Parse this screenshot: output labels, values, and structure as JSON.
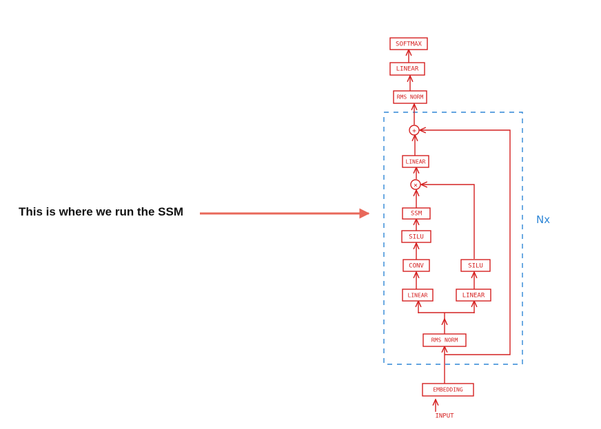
{
  "annotation": {
    "text": "This is where we run the SSM"
  },
  "colors": {
    "diagram": "#d42020",
    "block_border": "#2e86d6",
    "arrow": "#e8685a",
    "text": "#111111"
  },
  "blocks": {
    "softmax": "SOFTMAX",
    "linear_top": "LINEAR",
    "rms_norm_top": "RMS NORM",
    "linear_inner": "LINEAR",
    "ssm": "SSM",
    "silu_left": "SILU",
    "conv": "CONV",
    "linear_left": "LINEAR",
    "silu_right": "SILU",
    "linear_right": "LINEAR",
    "rms_norm_bottom": "RMS NORM",
    "embedding": "EMBEDDING",
    "input": "INPUT"
  },
  "operators": {
    "add": "+",
    "multiply": "×"
  },
  "repeat_label": "Nx"
}
